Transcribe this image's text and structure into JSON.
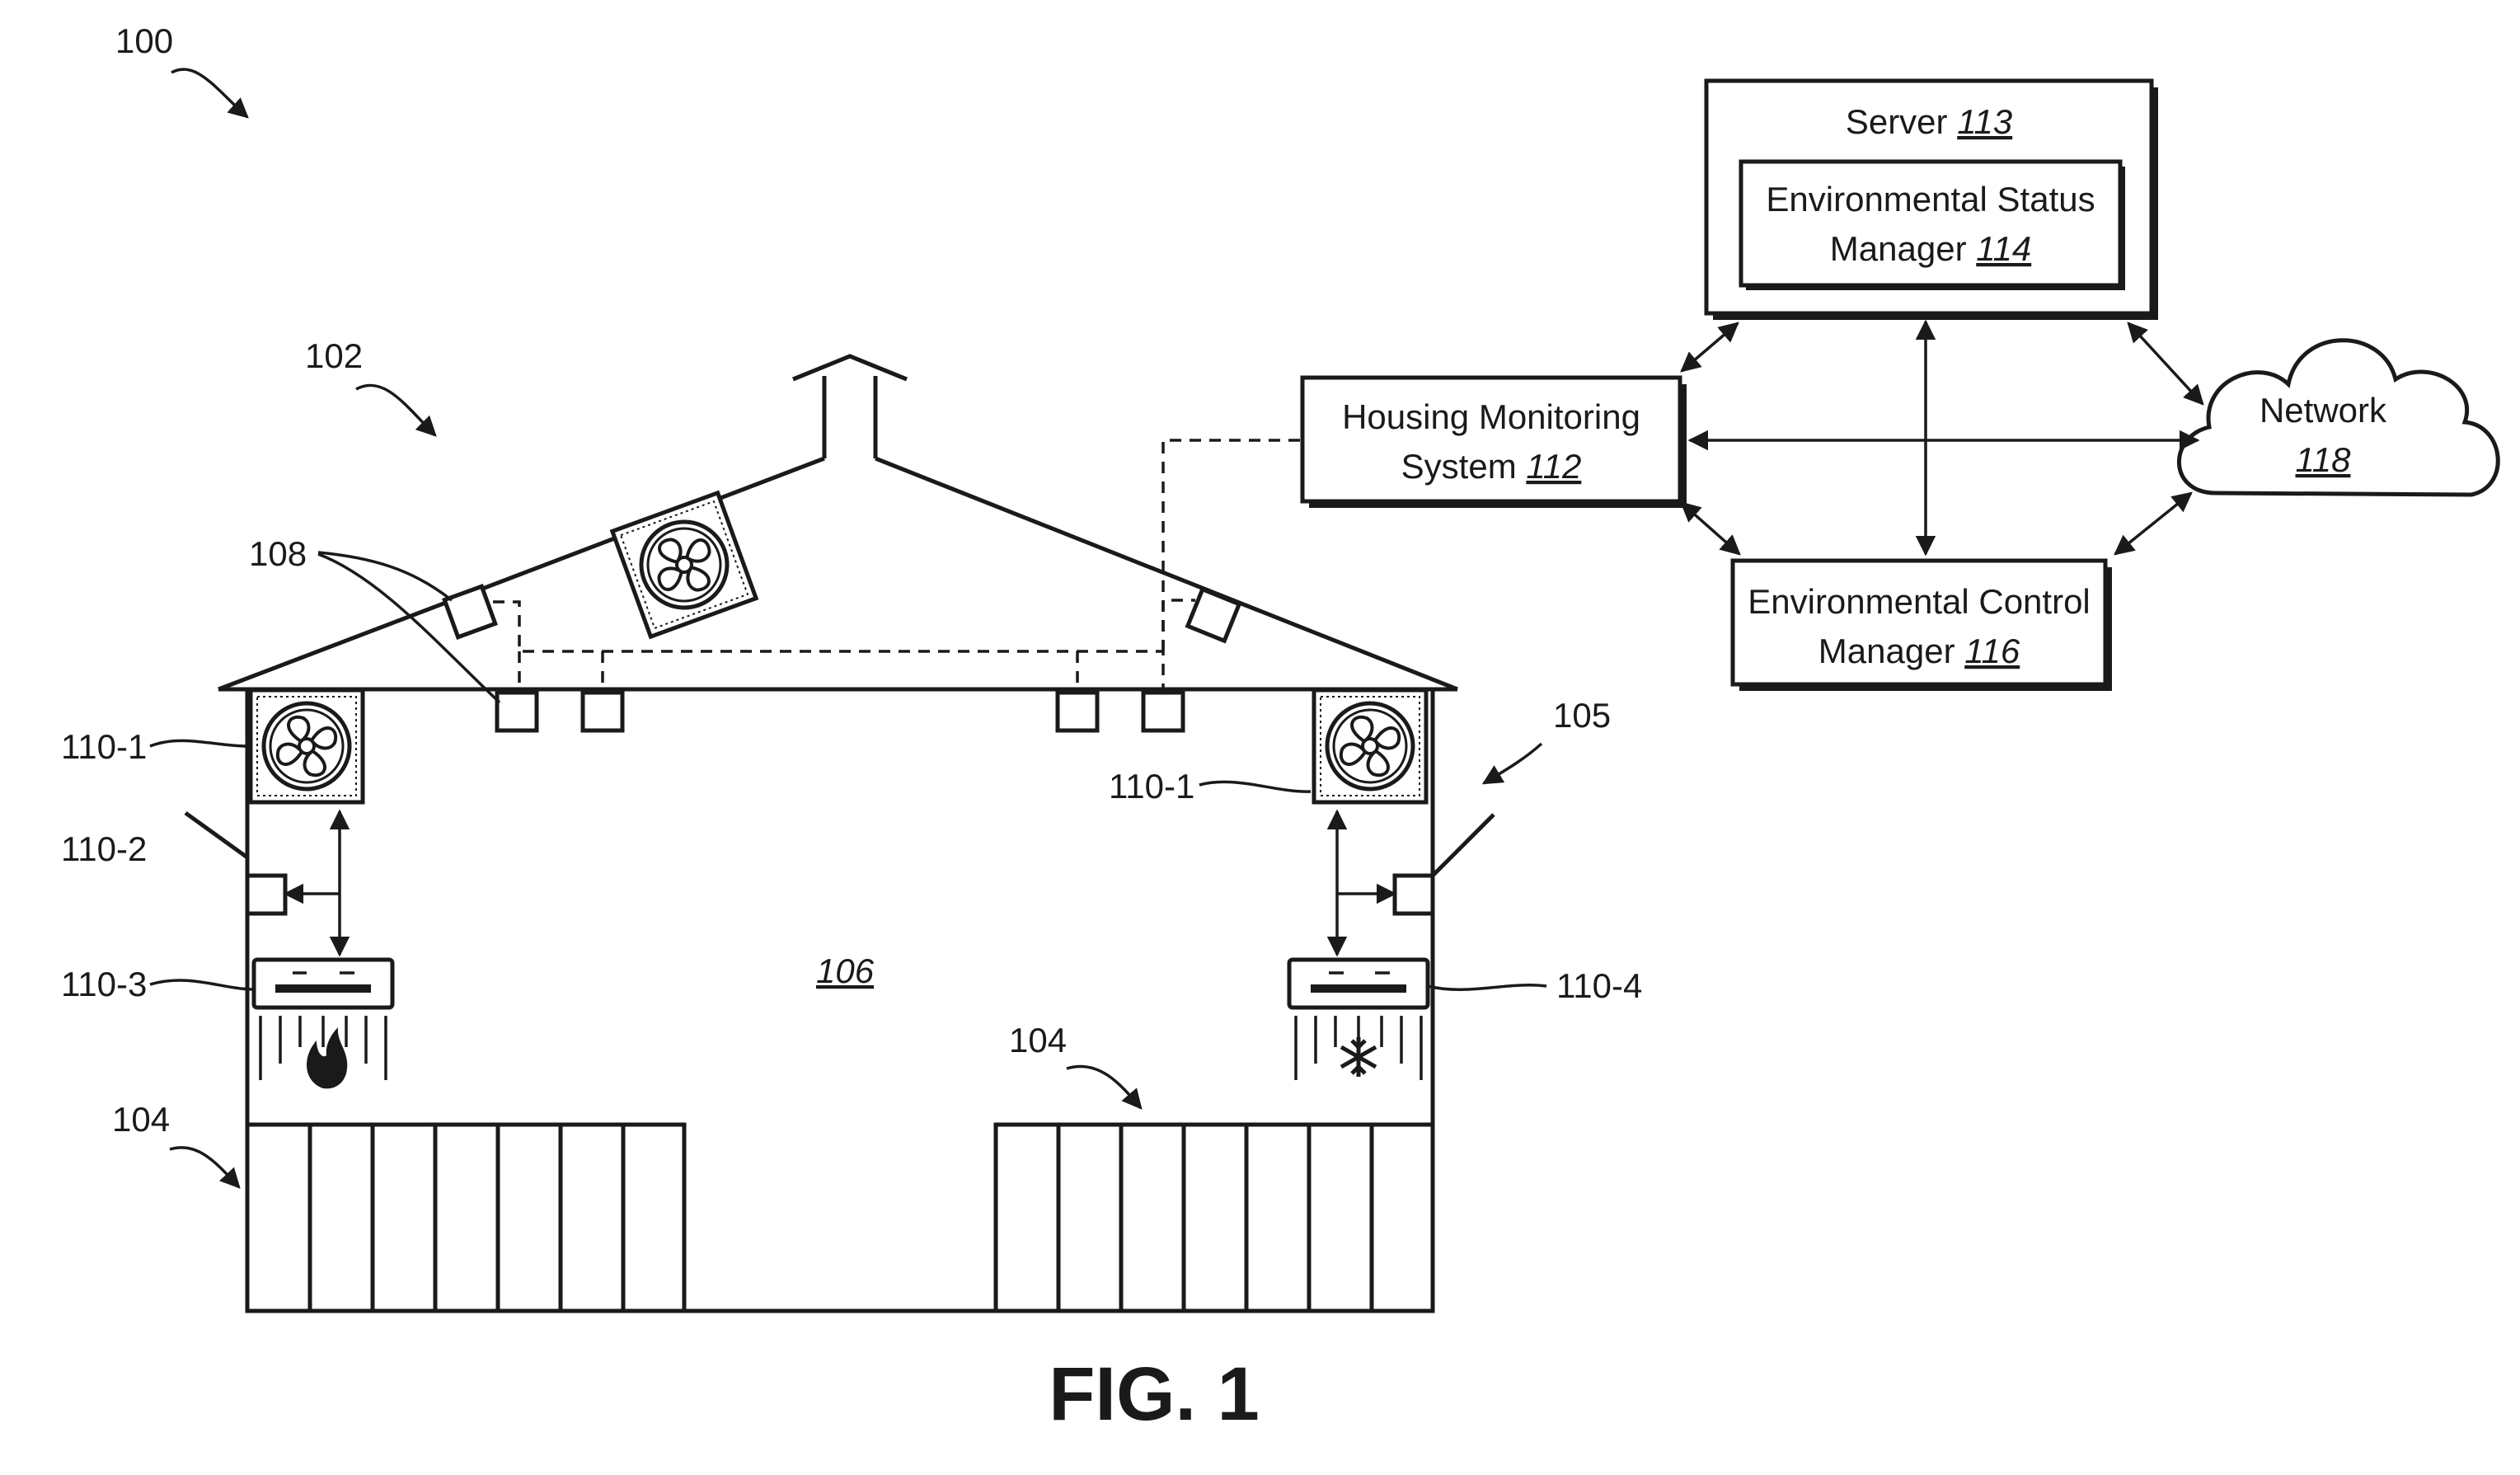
{
  "figure": {
    "title": "FIG. 1",
    "ref_system": "100",
    "ref_housing": "102",
    "ref_walls_left": "104",
    "ref_walls_right": "104",
    "ref_window": "105",
    "ref_interior": "106",
    "ref_sensors": "108",
    "ref_fan_left": "110-1",
    "ref_fan_right": "110-1",
    "ref_vent": "110-2",
    "ref_heater": "110-3",
    "ref_cooler": "110-4"
  },
  "boxes": {
    "server": {
      "label": "Server",
      "ref": "113"
    },
    "status_manager": {
      "line1": "Environmental Status",
      "line2": "Manager",
      "ref": "114"
    },
    "housing_monitoring": {
      "line1": "Housing Monitoring",
      "line2": "System",
      "ref": "112"
    },
    "control_manager": {
      "line1": "Environmental Control",
      "line2": "Manager",
      "ref": "116"
    },
    "network": {
      "label": "Network",
      "ref": "118"
    }
  },
  "icons": {
    "fan": "fan-icon",
    "heat": "flame-icon",
    "cool": "snowflake-icon",
    "cloud": "cloud-icon"
  }
}
